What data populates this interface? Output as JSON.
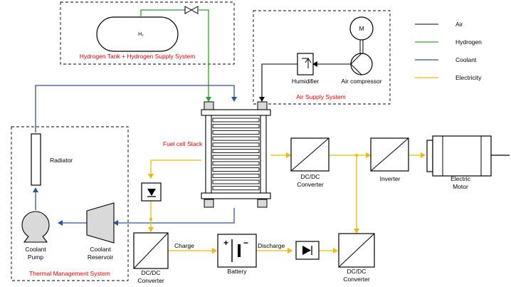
{
  "legend": {
    "air": "Air",
    "hydrogen": "Hydrogen",
    "coolant": "Coolant",
    "electricity": "Electricity",
    "colors": {
      "air": "#000000",
      "hydrogen": "#2ca02c",
      "coolant": "#2f5597",
      "electricity": "#f2b700"
    }
  },
  "systems": {
    "hydrogen": "Hydrogen Tank + Hydrogen Supply System",
    "air": "Air Supply System",
    "thermal": "Thermal Management System"
  },
  "components": {
    "h2_tank": "H₂",
    "motor_symbol": "M",
    "humidifier": "Humidifier",
    "air_compressor": "Air compressor",
    "fuel_cell": "Fuel cell Stack",
    "radiator": "Radiator",
    "coolant_pump_1": "Coolant",
    "coolant_pump_2": "Pump",
    "coolant_reservoir_1": "Coolant",
    "coolant_reservoir_2": "Reservoir",
    "dcdc_top_1": "DC/DC",
    "dcdc_top_2": "Converter",
    "inverter": "Inverter",
    "electric_motor_1": "Electric",
    "electric_motor_2": "Motor",
    "dcdc_batt_1": "DC/DC",
    "dcdc_batt_2": "Converter",
    "battery": "Battery",
    "dcdc_right_1": "DC/DC",
    "dcdc_right_2": "Converter",
    "charge": "Charge",
    "discharge": "Discharge"
  }
}
